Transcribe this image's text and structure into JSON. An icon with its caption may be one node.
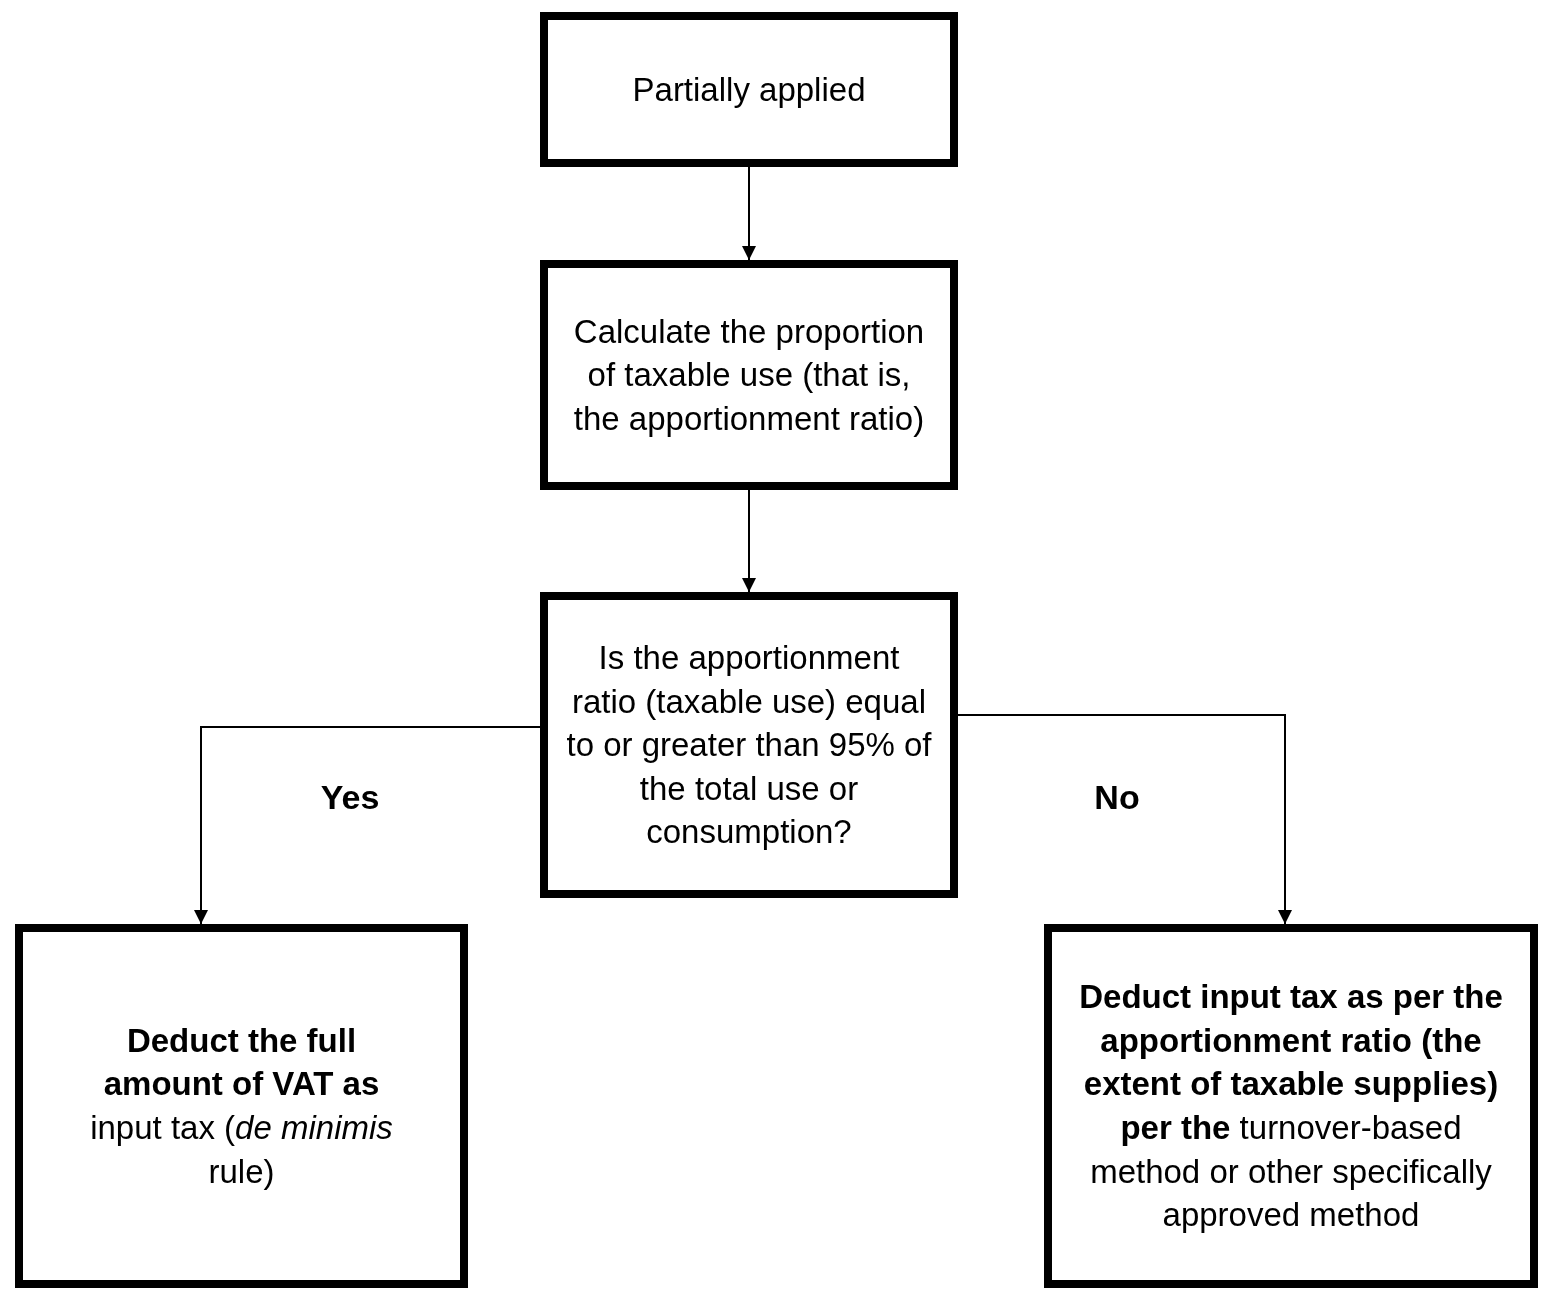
{
  "diagram": {
    "nodes": [
      {
        "text": [
          "Partially applied"
        ]
      },
      {
        "text": [
          "Calculate the proportion of taxable use (that is, the apportionment ratio)"
        ]
      },
      {
        "text": [
          "Is the apportionment ratio (taxable use) equal to or greater than 95% of the total use or consumption?"
        ]
      },
      {
        "text": [
          "**Deduct the full amount of VAT as** input tax (*de minimis* rule)"
        ]
      },
      {
        "text": [
          "**Deduct input tax as per the apportionment ratio (the extent of taxable supplies) per the** turnover-based method or other specifically approved method"
        ]
      }
    ],
    "edges": [
      {
        "from": 0,
        "to": 1,
        "arrow": "to"
      },
      {
        "from": 1,
        "to": 2,
        "arrow": "to"
      },
      {
        "from": 2,
        "to": 3,
        "arrow": "to",
        "label": "Yes"
      },
      {
        "from": 2,
        "to": 4,
        "arrow": "to",
        "label": "No"
      }
    ]
  }
}
